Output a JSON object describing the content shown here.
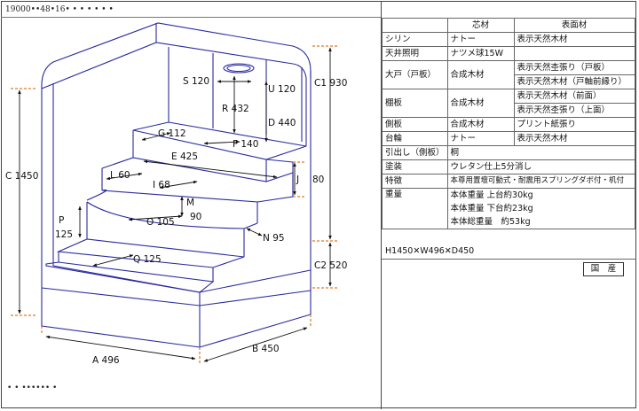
{
  "header": {
    "code": "19000••48•16• • • • • • •"
  },
  "footer": {
    "note": "• • •••••• •"
  },
  "drawing": {
    "dims": {
      "s": "S 120",
      "u": "U 120",
      "c1": "C1 930",
      "r": "R 432",
      "d": "D 440",
      "g": "G 112",
      "f": "F 140",
      "e": "E 425",
      "c": "C 1450",
      "l": "L 60",
      "i": "I 68",
      "j": "J",
      "j_val": "80",
      "m": "M",
      "m_val": "90",
      "o": "O 105",
      "p": "P",
      "p_val": "125",
      "n": "N 95",
      "q": "Q 125",
      "c2": "C2 520",
      "a": "A 496",
      "b": "B 450"
    }
  },
  "spec": {
    "head": [
      "",
      "芯材",
      "表面材"
    ],
    "rows": [
      {
        "label": "シリン",
        "core": "ナトー",
        "surface": [
          "表示天然木材"
        ]
      },
      {
        "label": "天井照明",
        "core": "ナツメ球15W",
        "surface": [
          ""
        ]
      },
      {
        "label": "大戸（戸板）",
        "core": "合成木材",
        "surface": [
          "表示天然杢張り（戸板）",
          "表示天然木材（戸軸前縁り）"
        ]
      },
      {
        "label": "棚板",
        "core": "合成木材",
        "surface": [
          "表示天然木材（前面）",
          "表示天然杢張り（上面）"
        ]
      },
      {
        "label": "側板",
        "core": "合成木材",
        "surface": [
          "プリント紙張り"
        ]
      },
      {
        "label": "台輪",
        "core": "ナトー",
        "surface": [
          "表示天然木材"
        ]
      }
    ],
    "single_rows": [
      {
        "label": "引出し（側板）",
        "value": "桐"
      },
      {
        "label": "塗装",
        "value": "ウレタン仕上5分消し"
      },
      {
        "label": "特徴",
        "value": "本尊用置壇可動式・耐震用スプリングダボ付・机付"
      }
    ],
    "weight": {
      "label": "重量",
      "lines": [
        "本体重量 上台約30kg",
        "本体重量 下台約23kg",
        "本体総重量　約53kg"
      ]
    },
    "size": "H1450✕W496✕D450",
    "stamp": "国　産"
  }
}
